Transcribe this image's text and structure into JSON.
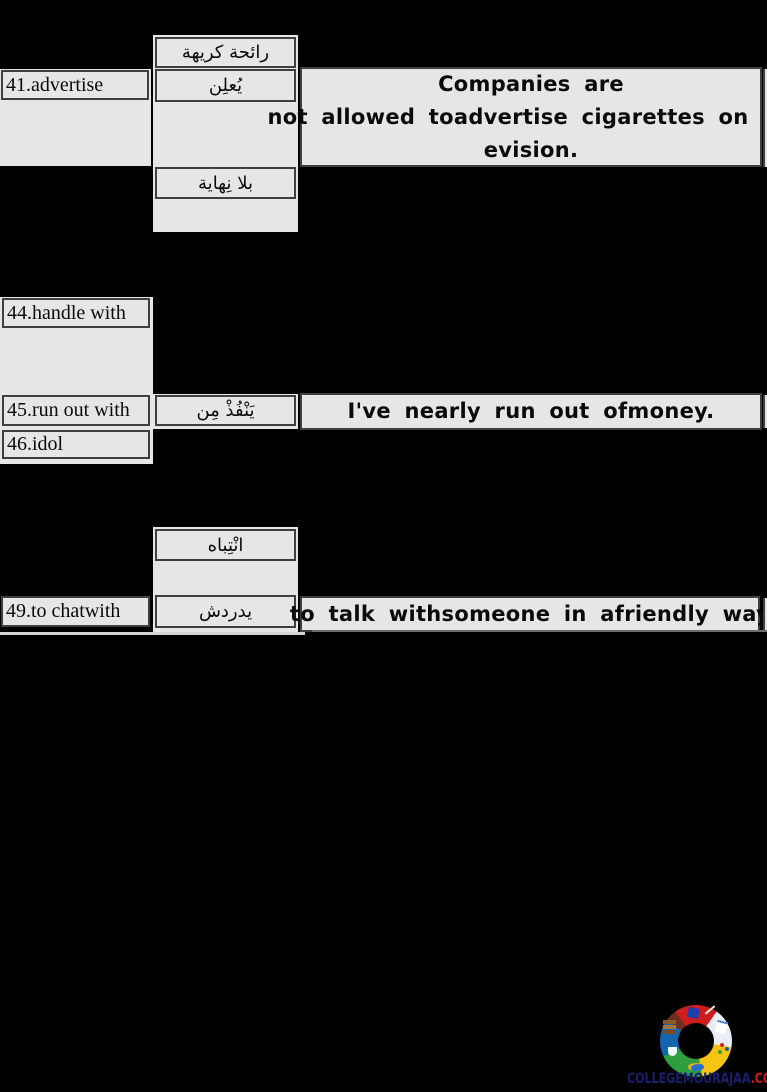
{
  "page": {
    "background": "#000000",
    "cell_fill": "#e6e6e6",
    "border_color": "#3f3f3f"
  },
  "row41": {
    "term": "41.advertise",
    "related_word_top": "رائحة كريهة",
    "translation": "يُعلِن",
    "related_word_bottom": "بلا نِهاية",
    "sentence_line1": "Companies are",
    "sentence_line2": "not allowed toadvertise cigarettes on tel",
    "sentence_line3": "evision."
  },
  "row44": {
    "term": "44.handle with"
  },
  "row45": {
    "term": "45.run out with",
    "translation": "يَنْفُذْ مِن",
    "sentence": "I've nearly run out ofmoney."
  },
  "row46": {
    "term": "46.idol"
  },
  "row49": {
    "term": "49.to chatwith",
    "related_word_top": "انْتِباه",
    "translation": "يدردش",
    "sentence": "to talk withsomeone in afriendly way"
  },
  "logo": {
    "site_name": "COLLEGEMOURAJAA",
    "site_tld": ".COM",
    "name_color": "#1b1f6e",
    "tld_color": "#d11a1a",
    "ring_colors": [
      "#cf1d1d",
      "#e9eef6",
      "#f6c413",
      "#2f9e41",
      "#1465b0",
      "#6e2f1a"
    ]
  }
}
